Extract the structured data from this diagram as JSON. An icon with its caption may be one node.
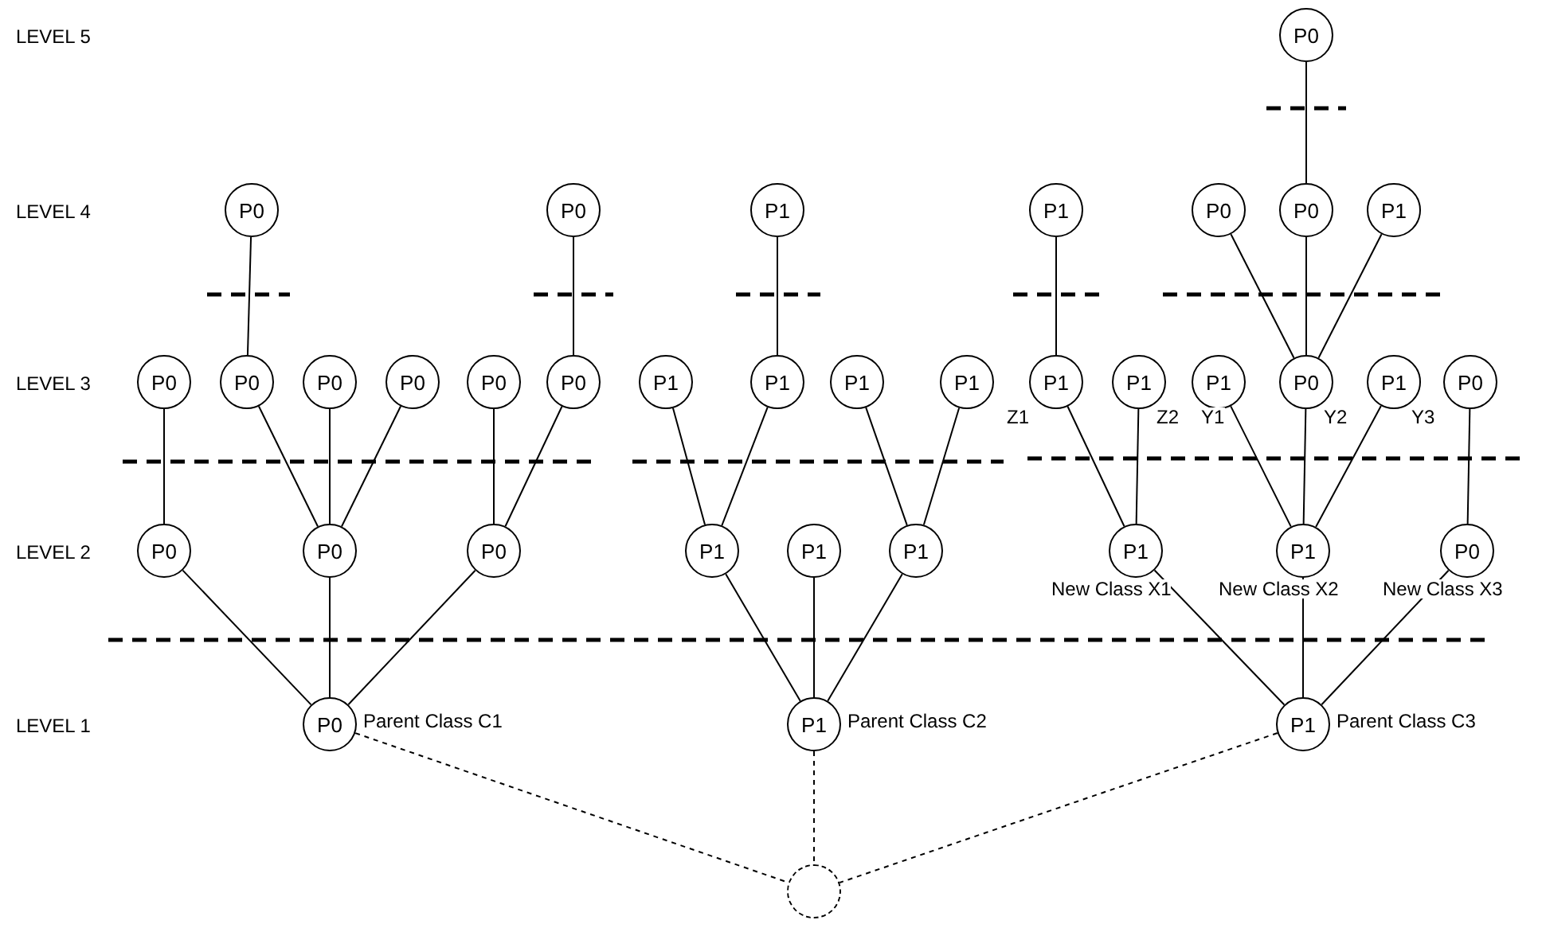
{
  "diagram": {
    "nodes": [
      {
        "text": [
          "P0"
        ]
      },
      {
        "text": [
          "P0"
        ]
      },
      {
        "text": [
          "P0"
        ]
      },
      {
        "text": [
          "P1"
        ]
      },
      {
        "text": [
          "P1"
        ]
      },
      {
        "text": [
          "P0"
        ]
      },
      {
        "text": [
          "P0"
        ]
      },
      {
        "text": [
          "P1"
        ]
      },
      {
        "text": [
          "P0"
        ]
      },
      {
        "text": [
          "P0"
        ]
      },
      {
        "text": [
          "P0"
        ]
      },
      {
        "text": [
          "P0"
        ]
      },
      {
        "text": [
          "P0"
        ]
      },
      {
        "text": [
          "P0"
        ]
      },
      {
        "text": [
          "P1"
        ]
      },
      {
        "text": [
          "P1"
        ]
      },
      {
        "text": [
          "P1"
        ]
      },
      {
        "text": [
          "P1"
        ]
      },
      {
        "text": [
          "P1"
        ],
        "beside": [
          "Z1"
        ]
      },
      {
        "text": [
          "P1"
        ],
        "beside": [
          "Z2"
        ]
      },
      {
        "text": [
          "P1"
        ],
        "beside": [
          "Y1"
        ]
      },
      {
        "text": [
          "P0"
        ],
        "beside": [
          "Y2"
        ]
      },
      {
        "text": [
          "P1"
        ],
        "beside": [
          "Y3"
        ]
      },
      {
        "text": [
          "P0"
        ]
      },
      {
        "text": [
          "P0"
        ]
      },
      {
        "text": [
          "P0"
        ]
      },
      {
        "text": [
          "P0"
        ]
      },
      {
        "text": [
          "P1"
        ]
      },
      {
        "text": [
          "P1"
        ]
      },
      {
        "text": [
          "P1"
        ]
      },
      {
        "text": [
          "P1"
        ],
        "beside": [
          "New Class X1"
        ]
      },
      {
        "text": [
          "P1"
        ],
        "beside": [
          "New Class X2"
        ]
      },
      {
        "text": [
          "P0"
        ],
        "beside": [
          "New Class X3"
        ]
      },
      {
        "text": [
          "P0"
        ],
        "beside": [
          "Parent Class C1"
        ]
      },
      {
        "text": [
          "P1"
        ],
        "beside": [
          "Parent Class C2"
        ]
      },
      {
        "text": [
          "P1"
        ],
        "beside": [
          "Parent Class C3"
        ]
      },
      {
        "text": [],
        "shape": "circle"
      }
    ],
    "edges": [
      {
        "from": 0,
        "to": 6,
        "arrow": "none"
      },
      {
        "from": 1,
        "to": 9,
        "arrow": "none"
      },
      {
        "from": 2,
        "to": 13,
        "arrow": "none"
      },
      {
        "from": 3,
        "to": 15,
        "arrow": "none"
      },
      {
        "from": 4,
        "to": 18,
        "arrow": "none"
      },
      {
        "from": 5,
        "to": 21,
        "arrow": "none"
      },
      {
        "from": 6,
        "to": 21,
        "arrow": "none"
      },
      {
        "from": 7,
        "to": 21,
        "arrow": "none"
      },
      {
        "from": 8,
        "to": 24,
        "arrow": "none"
      },
      {
        "from": 9,
        "to": 25,
        "arrow": "none"
      },
      {
        "from": 10,
        "to": 25,
        "arrow": "none"
      },
      {
        "from": 11,
        "to": 25,
        "arrow": "none"
      },
      {
        "from": 12,
        "to": 26,
        "arrow": "none"
      },
      {
        "from": 13,
        "to": 26,
        "arrow": "none"
      },
      {
        "from": 14,
        "to": 27,
        "arrow": "none"
      },
      {
        "from": 15,
        "to": 27,
        "arrow": "none"
      },
      {
        "from": 16,
        "to": 29,
        "arrow": "none"
      },
      {
        "from": 17,
        "to": 29,
        "arrow": "none"
      },
      {
        "from": 18,
        "to": 30,
        "arrow": "none"
      },
      {
        "from": 19,
        "to": 30,
        "arrow": "none"
      },
      {
        "from": 20,
        "to": 31,
        "arrow": "none"
      },
      {
        "from": 21,
        "to": 31,
        "arrow": "none"
      },
      {
        "from": 22,
        "to": 31,
        "arrow": "none"
      },
      {
        "from": 23,
        "to": 32,
        "arrow": "none"
      },
      {
        "from": 24,
        "to": 33,
        "arrow": "none"
      },
      {
        "from": 25,
        "to": 33,
        "arrow": "none"
      },
      {
        "from": 26,
        "to": 33,
        "arrow": "none"
      },
      {
        "from": 27,
        "to": 34,
        "arrow": "none"
      },
      {
        "from": 28,
        "to": 34,
        "arrow": "none"
      },
      {
        "from": 29,
        "to": 34,
        "arrow": "none"
      },
      {
        "from": 30,
        "to": 35,
        "arrow": "none"
      },
      {
        "from": 31,
        "to": 35,
        "arrow": "none"
      },
      {
        "from": 32,
        "to": 35,
        "arrow": "none"
      },
      {
        "from": 33,
        "to": 36,
        "arrow": "none",
        "style": "dashed"
      },
      {
        "from": 34,
        "to": 36,
        "arrow": "none",
        "style": "dashed"
      },
      {
        "from": 35,
        "to": 36,
        "arrow": "none",
        "style": "dashed"
      }
    ],
    "labels": [
      "LEVEL 5",
      "LEVEL 4",
      "LEVEL 3",
      "LEVEL 2",
      "LEVEL 1"
    ]
  }
}
